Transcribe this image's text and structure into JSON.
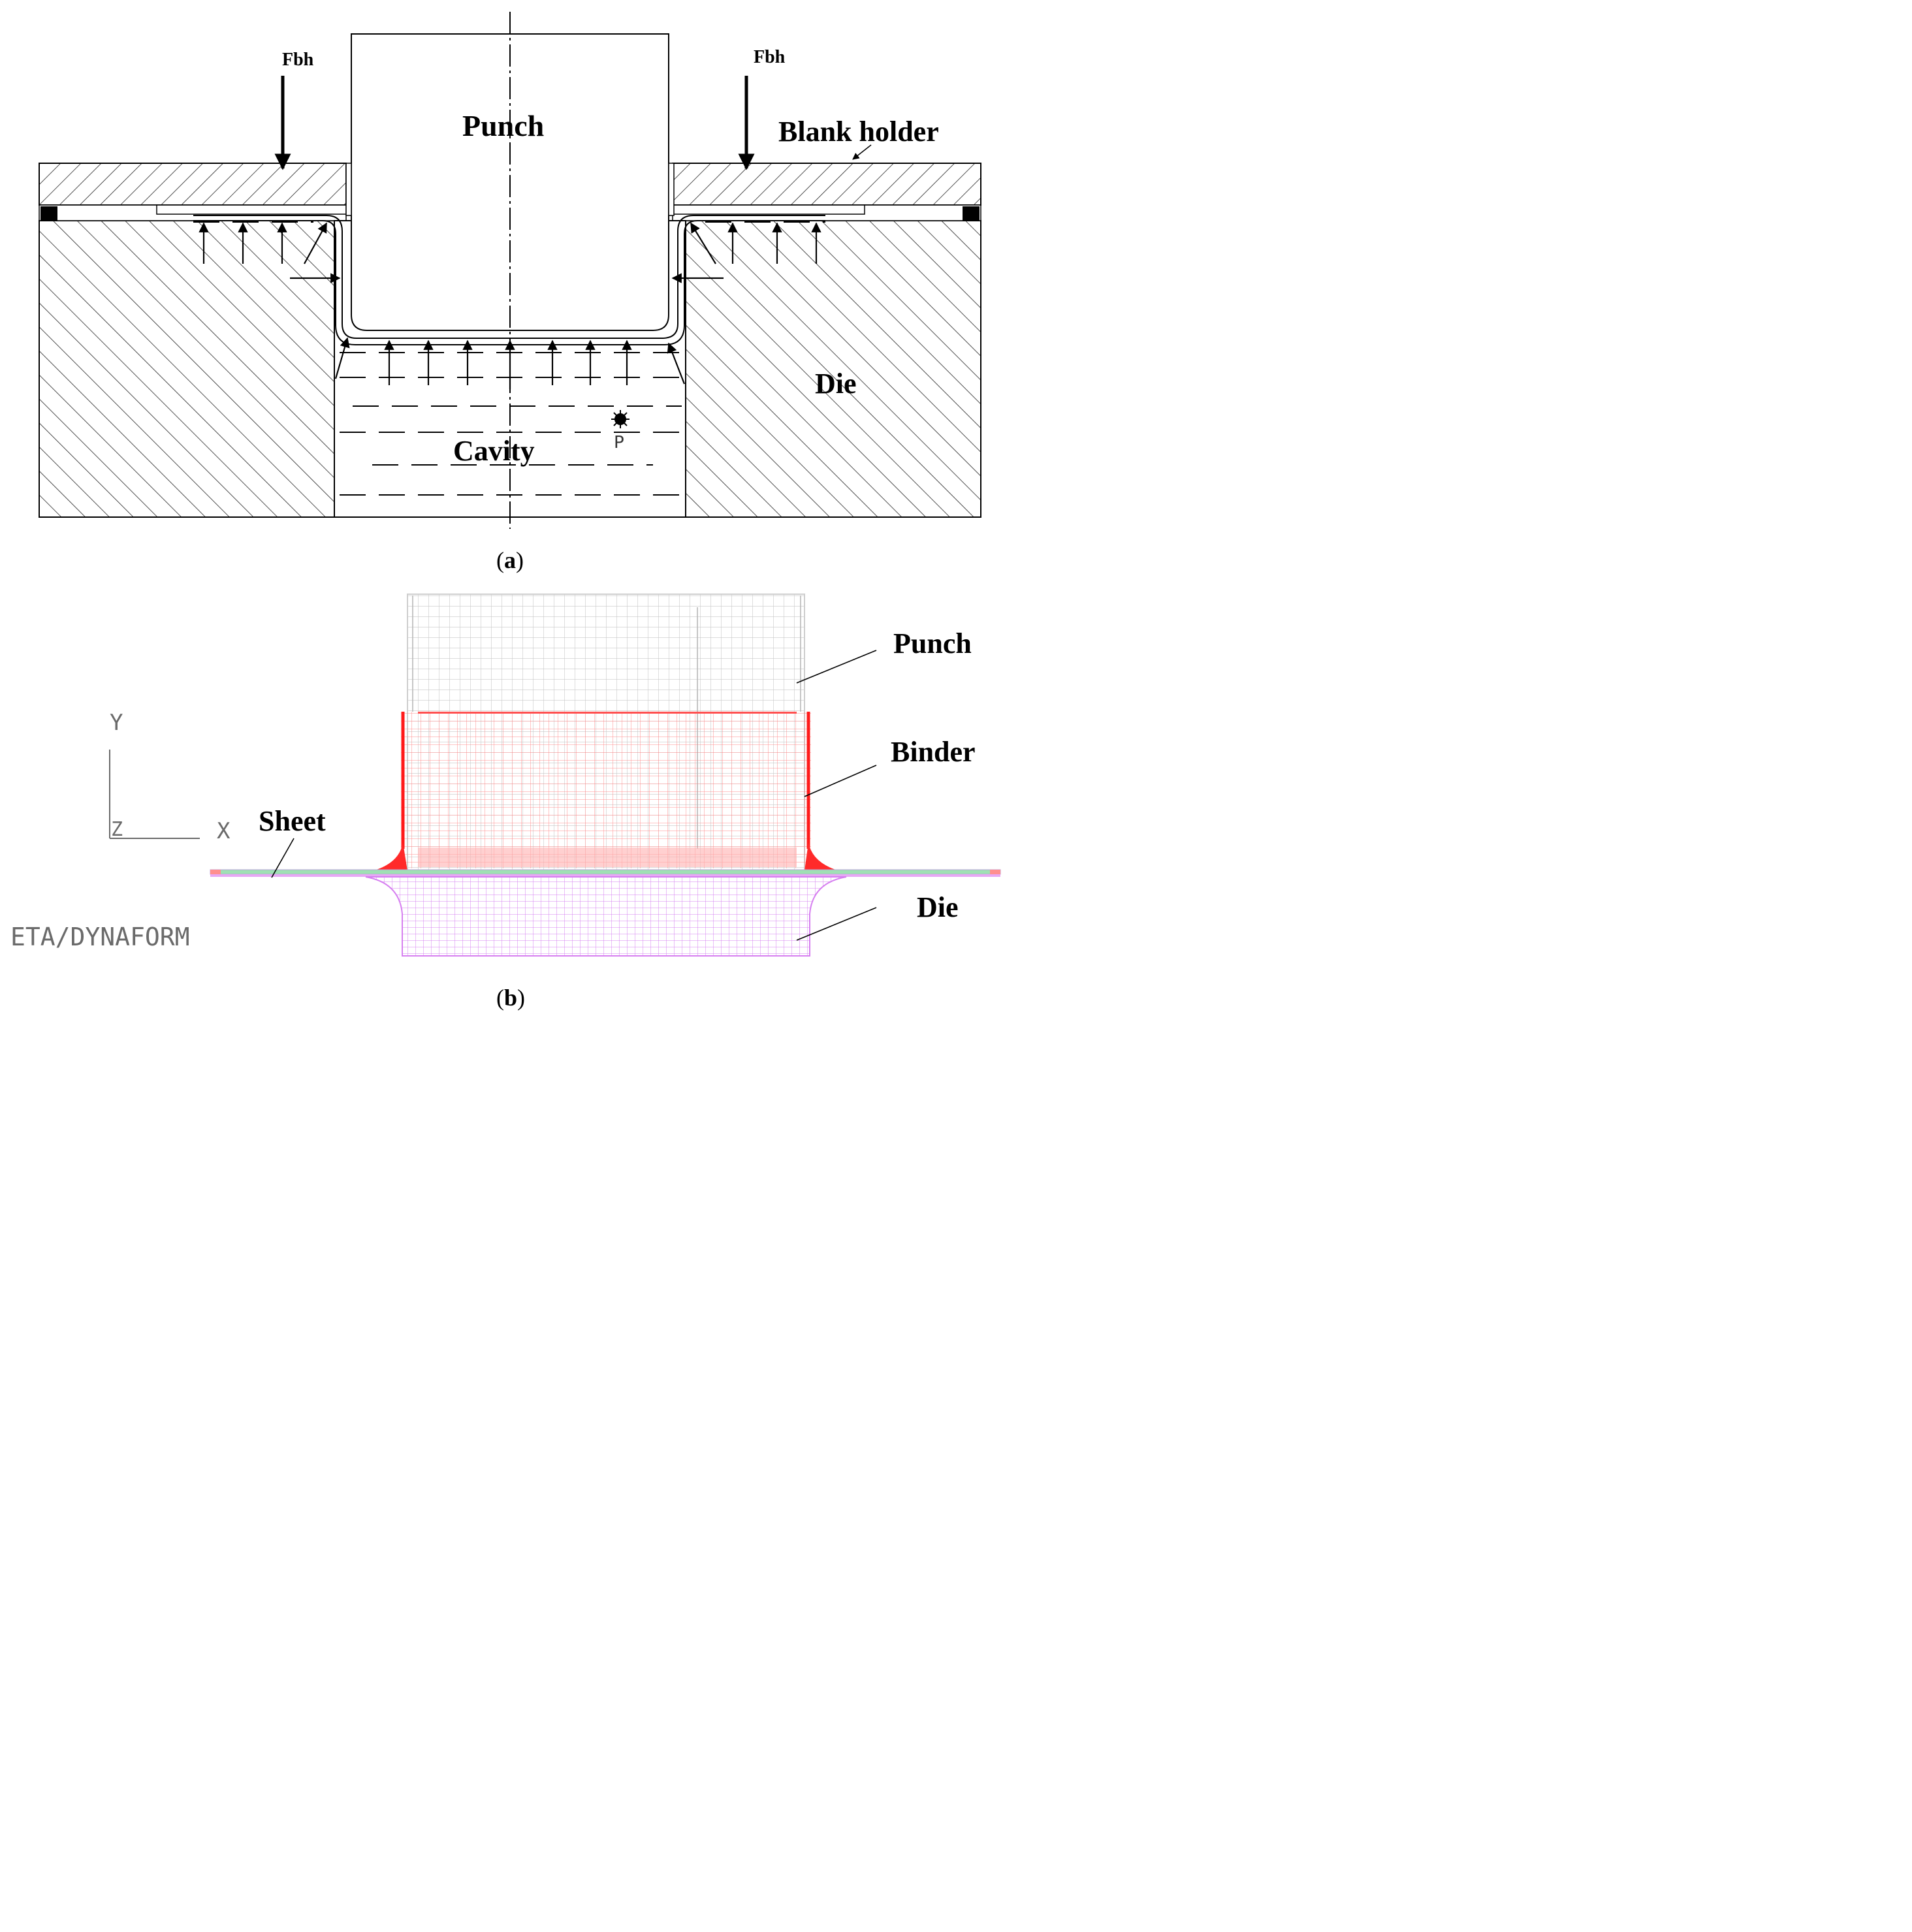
{
  "panel_a": {
    "force_label_left": "Fbh",
    "force_label_right": "Fbh",
    "punch_label": "Punch",
    "blank_holder_label": "Blank holder",
    "die_label": "Die",
    "cavity_label": "Cavity",
    "pressure_label": "P",
    "caption_prefix": "(",
    "caption_letter": "a",
    "caption_suffix": ")"
  },
  "panel_b": {
    "punch_label": "Punch",
    "binder_label": "Binder",
    "sheet_label": "Sheet",
    "die_label": "Die",
    "axis_y": "Y",
    "axis_x": "X",
    "axis_z": "Z",
    "software_label": "ETA/DYNAFORM",
    "colors": {
      "punch_mesh": "#c8c8c8",
      "binder_mesh": "#ff3b3b",
      "die_mesh": "#d27be8",
      "sheet": "#9fe0b4"
    },
    "caption_prefix": "(",
    "caption_letter": "b",
    "caption_suffix": ")"
  }
}
